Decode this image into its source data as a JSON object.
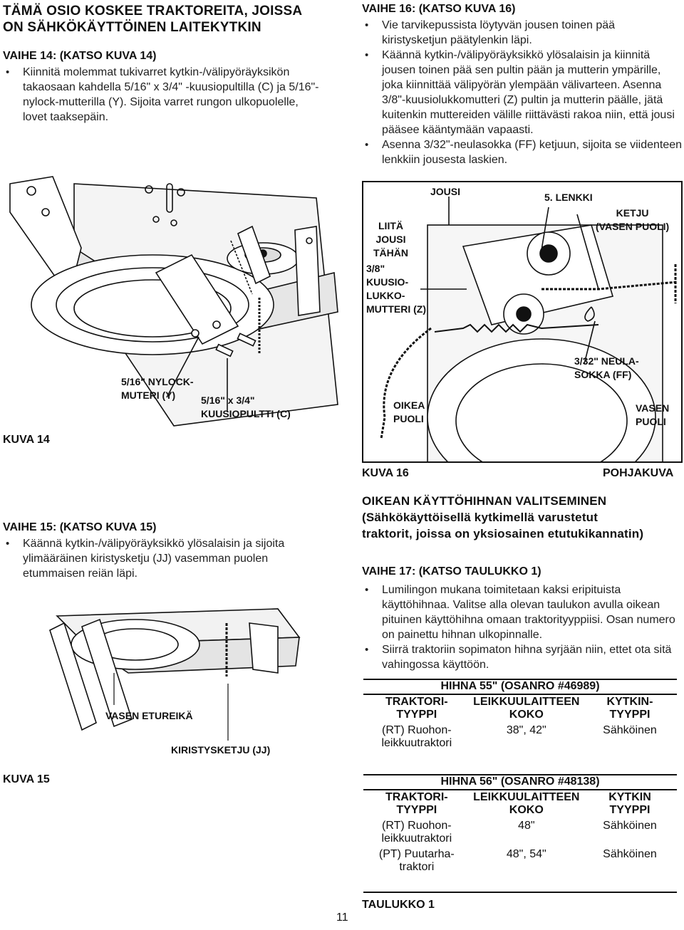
{
  "left_col": {
    "heading_line1": "TÄMÄ OSIO KOSKEE TRAKTOREITA, JOISSA",
    "heading_line2": "ON SÄHKÖKÄYTTÖINEN LAITEKYTKIN",
    "step14": {
      "title": "VAIHE 14: (KATSO KUVA 14)",
      "bullets": [
        "Kiinnitä molemmat tukivarret kytkin-/välipyöräyksikön takaosaan kahdella 5/16\" x 3/4\" -kuusiopultilla (C) ja 5/16\"-nylock-mutterilla (Y). Sijoita varret rungon ulkopuolelle, lovet taaksepäin."
      ]
    },
    "step15": {
      "title": "VAIHE 15: (KATSO KUVA 15)",
      "bullets": [
        "Käännä kytkin-/välipyöräyksikkö ylösalaisin ja sijoita ylimääräinen kiristysketju (JJ) vasemman puolen etummaisen reiän läpi."
      ]
    }
  },
  "right_col": {
    "step16": {
      "title": "VAIHE 16: (KATSO KUVA 16)",
      "bullets": [
        "Vie tarvikepussista löytyvän jousen toinen pää kiristysketjun päätylenkin läpi.",
        "Käännä kytkin-/välipyöräyksikkö ylösalaisin ja kiinnitä jousen toinen pää sen pultin pään ja mutterin ympärille, joka kiinnittää välipyörän ylempään välivarteen. Asenna 3/8\"-kuusiolukkomutteri (Z) pultin ja mutterin päälle, jätä kuitenkin muttereiden välille riittävästi rakoa niin, että jousi pääsee kääntymään vapaasti.",
        "Asenna 3/32\"-neulasokka (FF) ketjuun, sijoita se viidenteen lenkkiin jousesta laskien."
      ]
    },
    "belt_heading_line1": "OIKEAN KÄYTTÖHIHNAN VALITSEMINEN",
    "belt_heading_line2": "(Sähkökäyttöisellä kytkimellä varustetut",
    "belt_heading_line3": "traktorit, joissa on yksiosainen etutukikannatin)",
    "step17": {
      "title": "VAIHE 17: (KATSO TAULUKKO 1)",
      "bullets": [
        "Lumilingon mukana toimitetaan kaksi eripituista käyttöhihnaa. Valitse alla olevan taulukon avulla oikean pituinen käyttöhihna omaan traktorityyppiisi. Osan numero on painettu hihnan ulkopinnalle.",
        "Siirrä traktoriin sopimaton hihna syrjään niin, ettet ota sitä vahingossa käyttöön."
      ]
    }
  },
  "fig14": {
    "caption": "KUVA 14",
    "label_nut_1": "5/16\" NYLOCK-",
    "label_nut_2": "MUTERI (Y)",
    "label_bolt_1": "5/16\" x 3/4\"",
    "label_bolt_2": "KUUSIOPULTTI (C)"
  },
  "fig15": {
    "caption": "KUVA 15",
    "label_hole": "VASEN ETUREIKÄ",
    "label_chain": "KIRISTYSKETJU (JJ)"
  },
  "fig16": {
    "caption": "KUVA 16",
    "caption_right": "POHJAKUVA",
    "label_jousi": "JOUSI",
    "label_lenkki": "5. LENKKI",
    "label_ketju_1": "KETJU",
    "label_ketju_2": "(VASEN PUOLI)",
    "label_liita": [
      "LIITÄ",
      "JOUSI",
      "TÄHÄN"
    ],
    "label_mutteri": [
      "3/8\"",
      "KUUSIO-",
      "LUKKO-",
      "MUTTERI (Z)"
    ],
    "label_sokka_1": "3/32\" NEULA-",
    "label_sokka_2": "SOKKA (FF)",
    "label_oikea_1": "OIKEA",
    "label_oikea_2": "PUOLI",
    "label_vasen_1": "VASEN",
    "label_vasen_2": "PUOLI"
  },
  "table1": {
    "caption": "TAULUKKO 1",
    "belt55": {
      "title": "HIHNA 55\" (OSANRO #46989)",
      "headers": [
        [
          "TRAKTORI-",
          "TYYPPI"
        ],
        [
          "LEIKKUULAITTEEN",
          "KOKO"
        ],
        [
          "KYTKIN-",
          "TYYPPI"
        ]
      ],
      "rows": [
        [
          [
            "(RT) Ruohon-",
            "leikkuutraktori"
          ],
          "38\", 42\"",
          "Sähköinen"
        ]
      ]
    },
    "belt56": {
      "title": "HIHNA 56\" (OSANRO #48138)",
      "headers": [
        [
          "TRAKTORI-",
          "TYYPPI"
        ],
        [
          "LEIKKUULAITTEEN",
          "KOKO"
        ],
        [
          "KYTKIN",
          "TYYPPI"
        ]
      ],
      "rows": [
        [
          [
            "(RT) Ruohon-",
            "leikkuutraktori"
          ],
          "48\"",
          "Sähköinen"
        ],
        [
          [
            "(PT) Puutarha-",
            "traktori"
          ],
          "48\", 54\"",
          "Sähköinen"
        ]
      ]
    }
  },
  "page_number": "11"
}
